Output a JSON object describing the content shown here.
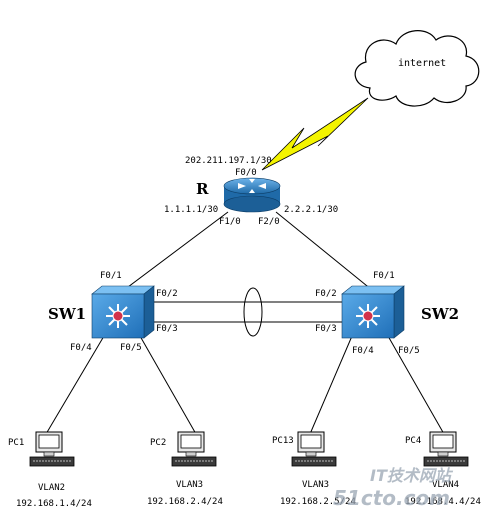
{
  "cloud": {
    "label": "internet"
  },
  "router": {
    "name": "R",
    "wan_ip": "202.211.197.1/30",
    "wan_port": "F0/0",
    "left_ip": "1.1.1.1/30",
    "right_ip": "2.2.2.1/30",
    "port_left": "F1/0",
    "port_right": "F2/0"
  },
  "sw1": {
    "name": "SW1",
    "uplink": "F0/1",
    "trunk_a": "F0/2",
    "trunk_b": "F0/3",
    "port_pc1": "F0/4",
    "port_pc2": "F0/5"
  },
  "sw2": {
    "name": "SW2",
    "uplink": "F0/1",
    "trunk_a": "F0/2",
    "trunk_b": "F0/3",
    "port_pc3": "F0/4",
    "port_pc4": "F0/5"
  },
  "pcs": [
    {
      "name": "PC1",
      "vlan": "VLAN2",
      "ip": "192.168.1.4/24"
    },
    {
      "name": "PC2",
      "vlan": "VLAN3",
      "ip": "192.168.2.4/24"
    },
    {
      "name": "PC13",
      "vlan": "VLAN3",
      "ip": "192.168.2.5/24"
    },
    {
      "name": "PC4",
      "vlan": "VLAN4",
      "ip": "192.168.4.4/24"
    }
  ],
  "watermark": {
    "text1": "IT技术网站",
    "text2": "51cto.com"
  },
  "colors": {
    "router_blue": "#2f86c8",
    "switch_blue": "#3d8fd6",
    "lightning": "#f4f400",
    "center_red": "#d2324a"
  }
}
